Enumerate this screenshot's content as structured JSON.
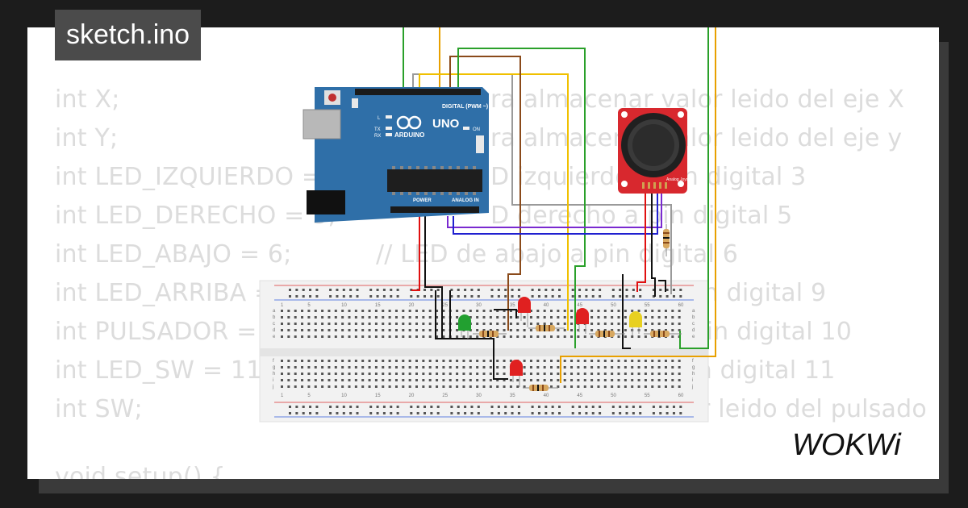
{
  "title": "sketch.ino",
  "brand": "WOKWi",
  "code": [
    {
      "text": "int X;",
      "comment": "ra almacenar valor leido del eje X"
    },
    {
      "text": "int Y;",
      "comment": "ra almacenar valor leido del eje y"
    },
    {
      "text": "int LED_IZQUIERDO = 3;",
      "comment": "D izquierdo a pin digital 3"
    },
    {
      "text": "int LED_DERECHO = 5;",
      "comment": "D derecho a pin digital 5"
    },
    {
      "text": "int LED_ABAJO = 6;",
      "comment": "// LED de abajo a pin digital 6"
    },
    {
      "text": "int LED_ARRIBA = 9;",
      "comment": "ba a pin digital 9"
    },
    {
      "text": "int PULSADOR = 10;",
      "comment": "dor a pin digital 10"
    },
    {
      "text": "int LED_SW = 11;",
      "comment": "W a pin digital 11"
    },
    {
      "text": "int SW;",
      "comment": "r leido del pulsado"
    },
    {
      "text": "void setup() {",
      "comment": ""
    }
  ],
  "arduino": {
    "logo": "UNO",
    "brand": "ARDUINO",
    "digital_label": "DIGITAL (PWM ~)",
    "power_label": "POWER",
    "analog_label": "ANALOG IN",
    "on_label": "ON",
    "l_label": "L",
    "tx_label": "TX",
    "rx_label": "RX"
  },
  "joystick": {
    "label": "Analog Joystick"
  },
  "breadboard": {
    "col_numbers": [
      "1",
      "5",
      "10",
      "15",
      "20",
      "25",
      "30",
      "35",
      "40",
      "45",
      "50",
      "55",
      "60"
    ],
    "row_letters_top": [
      "a",
      "b",
      "c",
      "d",
      "e"
    ],
    "row_letters_bottom": [
      "f",
      "g",
      "h",
      "i",
      "j"
    ]
  },
  "colors": {
    "board_blue": "#2f6fa8",
    "wire_green": "#2aa02a",
    "wire_yellow": "#f0c000",
    "wire_orange": "#e8a000",
    "wire_brown": "#8a4a1a",
    "wire_red": "#e01010",
    "wire_purple": "#7a2ad0",
    "wire_blue": "#2020d0",
    "wire_gray": "#9a9a9a",
    "wire_black": "#111111",
    "led_red": "#e02020",
    "led_green": "#22a030",
    "led_yellow": "#e8d020"
  },
  "icons": [
    "arduino-infinity-logo",
    "wokwi-logo"
  ]
}
